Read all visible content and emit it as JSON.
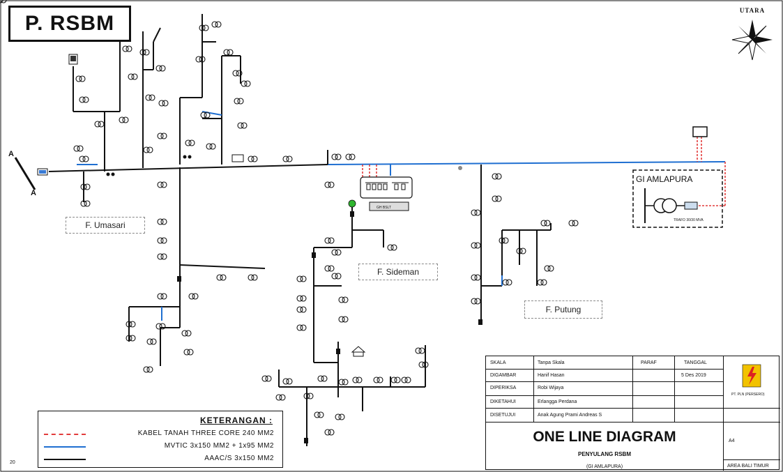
{
  "title": "P. RSBM",
  "north_label": "UTARA",
  "page_number": "20",
  "section_marker": "A",
  "gi": {
    "name": "GI AMLAPURA",
    "trafo": "TRAFO 30/30 MVA"
  },
  "substation_label": "GH BSLT",
  "feeders": [
    "F. Umasari",
    "F. Sideman",
    "F. Putung"
  ],
  "legend": {
    "title": "KETERANGAN :",
    "items": [
      {
        "label": "KABEL TANAH THREE CORE 240 MM2",
        "color": "#e23b3b",
        "style": "dashed"
      },
      {
        "label": "MVTIC 3x150 MM2 + 1x95 MM2",
        "color": "#1f6fd1",
        "style": "solid"
      },
      {
        "label": "AAAC/S 3x150 MM2",
        "color": "#111111",
        "style": "solid"
      }
    ]
  },
  "title_block": {
    "skala_label": "SKALA",
    "skala_value": "Tanpa Skala",
    "paraf_label": "PARAF",
    "tanggal_label": "TANGGAL",
    "digambar_label": "DIGAMBAR",
    "digambar_value": "Hanif Hasan",
    "digambar_date": "5 Des 2019",
    "diperiksa_label": "DIPERIKSA",
    "diperiksa_value": "Robi Wijaya",
    "diketahui_label": "DIKETAHUI",
    "diketahui_value": "Erlangga Perdana",
    "disetujui_label": "DISETUJUI",
    "disetujui_value": "Anak Agung Prami Andreas S",
    "company": "PT. PLN (PERSERO)",
    "main_title": "ONE LINE DIAGRAM",
    "subtitle": "PENYULANG RSBM",
    "subtitle2": "(GI AMLAPURA)",
    "size": "A4",
    "area": "AREA BALI TIMUR",
    "logo_icon": "pln-logo-icon"
  },
  "colors": {
    "red_cable": "#e23b3b",
    "blue_cable": "#1f6fd1",
    "black_line": "#111111",
    "green_node": "#2fb52f"
  },
  "icons": {
    "north": "compass-rose-icon",
    "house": "house-icon",
    "transformer": "transformer-icon"
  }
}
